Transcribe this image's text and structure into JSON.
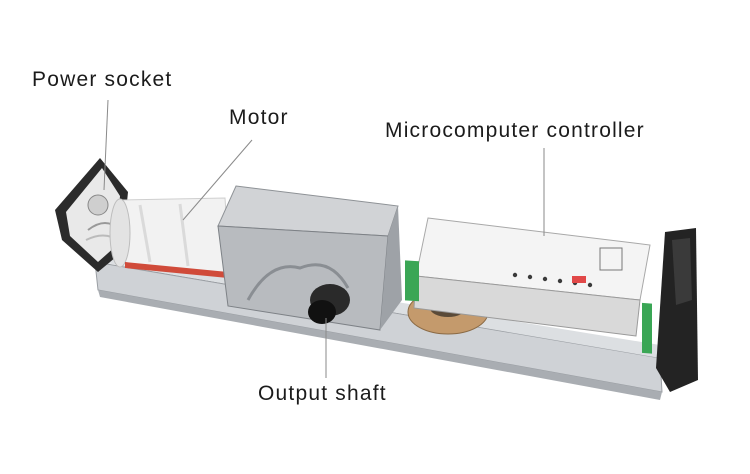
{
  "labels": {
    "power_socket": "Power socket",
    "motor": "Motor",
    "microcomputer_controller": "Microcomputer controller",
    "output_shaft": "Output shaft"
  },
  "colors": {
    "background": "#ffffff",
    "rail": "#c9ccd0",
    "gearbox": "#b9bcc0",
    "motor_body": "#f1f1f1",
    "controller_body": "#ececec",
    "terminal_green": "#3aa655",
    "end_cap": "#2a2a2a"
  },
  "icons": [
    "power-socket-icon",
    "motor-icon",
    "gearbox-icon",
    "controller-board-icon",
    "output-shaft-icon"
  ]
}
